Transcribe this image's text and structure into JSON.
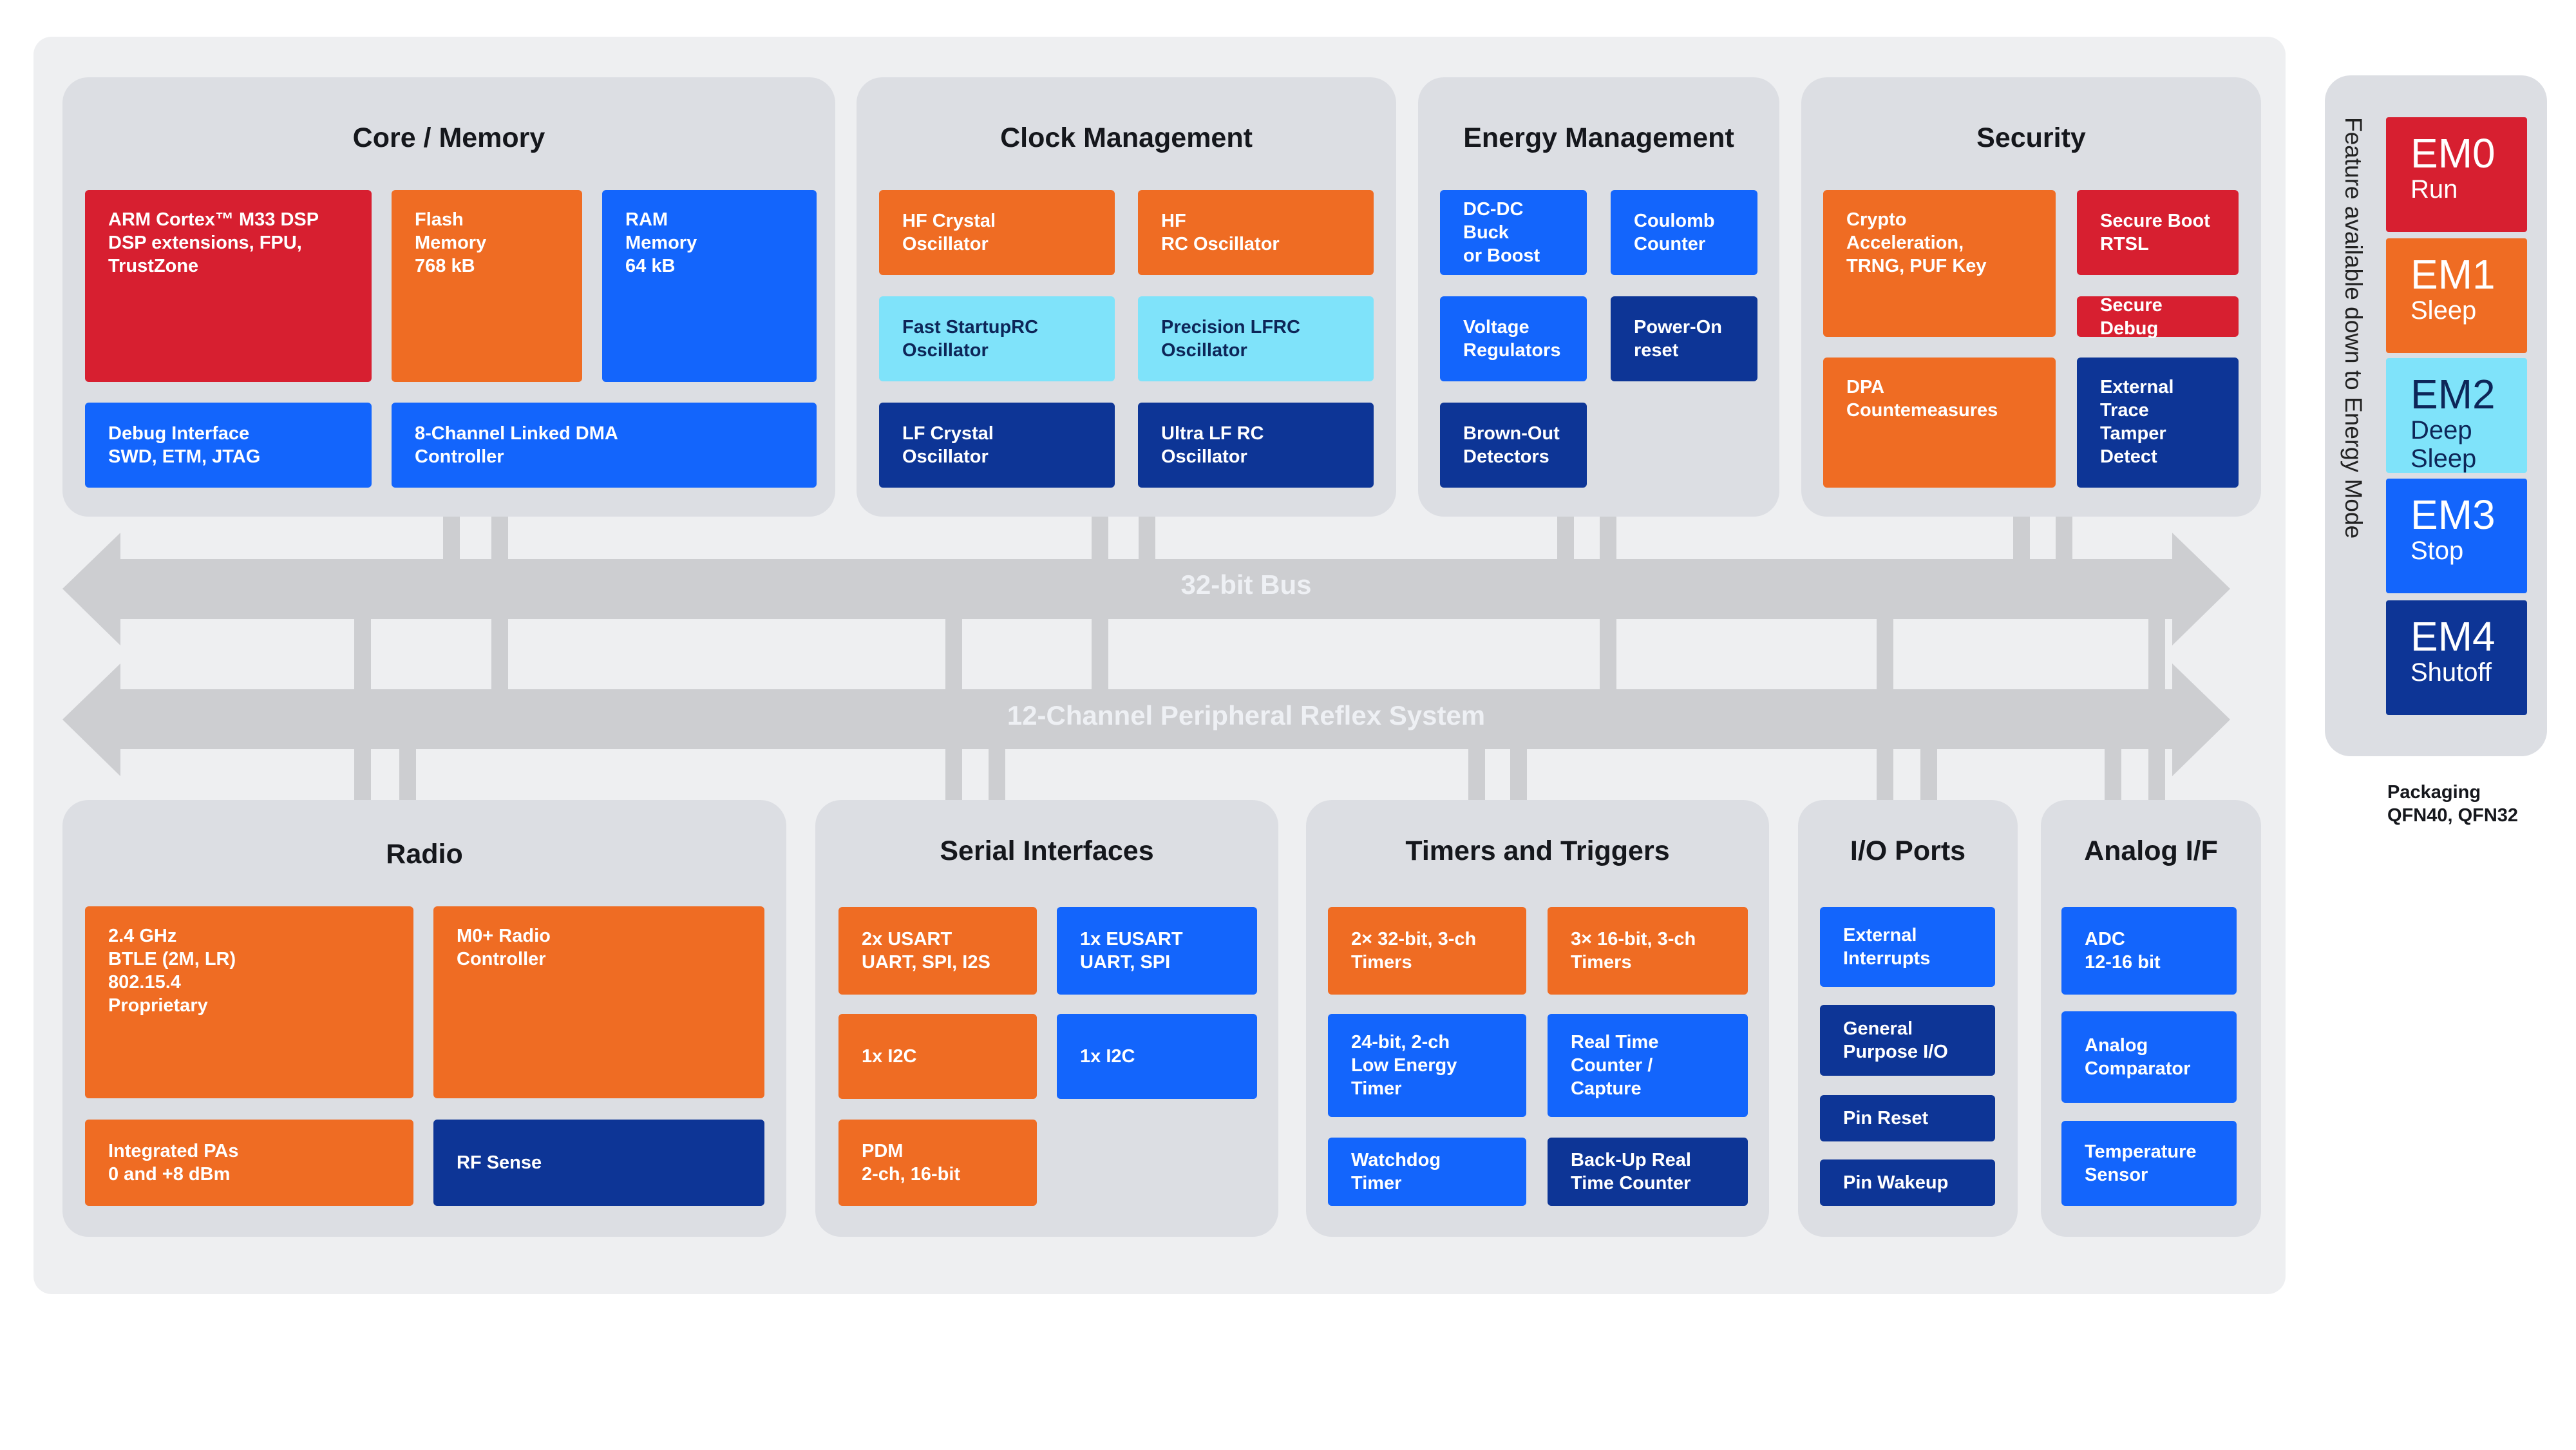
{
  "sections": {
    "core": {
      "title": "Core / Memory",
      "blocks": [
        "ARM Cortex™ M33 DSP\nDSP extensions, FPU,\nTrustZone",
        "Flash\nMemory\n768 kB",
        "RAM\nMemory\n64 kB",
        "Debug Interface\nSWD, ETM, JTAG",
        "8-Channel Linked DMA\nController"
      ]
    },
    "clock": {
      "title": "Clock Management",
      "blocks": [
        "HF Crystal\nOscillator",
        "HF\nRC Oscillator",
        "Fast StartupRC\nOscillator",
        "Precision LFRC\nOscillator",
        "LF Crystal\nOscillator",
        "Ultra LF RC\nOscillator"
      ]
    },
    "energy": {
      "title": "Energy Management",
      "blocks": [
        "DC-DC\nBuck\nor Boost",
        "Coulomb\nCounter",
        "Voltage\nRegulators",
        "Power-On\nreset",
        "Brown-Out\nDetectors"
      ]
    },
    "security": {
      "title": "Security",
      "blocks": [
        "Crypto\nAcceleration,\nTRNG, PUF Key",
        "Secure Boot\nRTSL",
        "Secure Debug",
        "DPA\nCountemeasures",
        "External Trace\nTamper Detect"
      ]
    },
    "radio": {
      "title": "Radio",
      "blocks": [
        "2.4 GHz\nBTLE (2M, LR)\n802.15.4\nProprietary",
        "M0+ Radio\nController",
        "Integrated PAs\n0 and +8 dBm",
        "RF Sense"
      ]
    },
    "serial": {
      "title": "Serial Interfaces",
      "blocks": [
        "2x USART\nUART, SPI, I2S",
        "1x EUSART\nUART, SPI",
        "1x I2C",
        "1x I2C",
        "PDM\n2-ch, 16-bit"
      ]
    },
    "timers": {
      "title": "Timers and Triggers",
      "blocks": [
        "2× 32-bit, 3-ch\nTimers",
        "3× 16-bit, 3-ch\nTimers",
        "24-bit, 2-ch\nLow Energy\nTimer",
        "Real Time\nCounter /\nCapture",
        "Watchdog\nTimer",
        "Back-Up Real\nTime Counter"
      ]
    },
    "io": {
      "title": "I/O Ports",
      "blocks": [
        "External\nInterrupts",
        "General\nPurpose I/O",
        "Pin Reset",
        "Pin Wakeup"
      ]
    },
    "analog": {
      "title": "Analog I/F",
      "blocks": [
        "ADC\n12-16 bit",
        "Analog\nComparator",
        "Temperature\nSensor"
      ]
    }
  },
  "buses": {
    "bus32": "32-bit Bus",
    "prs": "12-Channel Peripheral Reflex System"
  },
  "energy_modes": {
    "caption": "Feature available down to Energy Mode",
    "modes": [
      {
        "code": "EM0",
        "name": "Run",
        "color": "#d71f30"
      },
      {
        "code": "EM1",
        "name": "Sleep",
        "color": "#ef6c23"
      },
      {
        "code": "EM2",
        "name": "Deep\nSleep",
        "color": "#7fe3fa"
      },
      {
        "code": "EM3",
        "name": "Stop",
        "color": "#1365fc"
      },
      {
        "code": "EM4",
        "name": "Shutoff",
        "color": "#0d3596"
      }
    ]
  },
  "packaging": "Packaging\nQFN40, QFN32",
  "colors": {
    "em0": "#d71f30",
    "em1": "#ef6c23",
    "em2": "#7fe3fa",
    "em3": "#1365fc",
    "em4": "#0d3596",
    "bus": "#cdced1"
  }
}
